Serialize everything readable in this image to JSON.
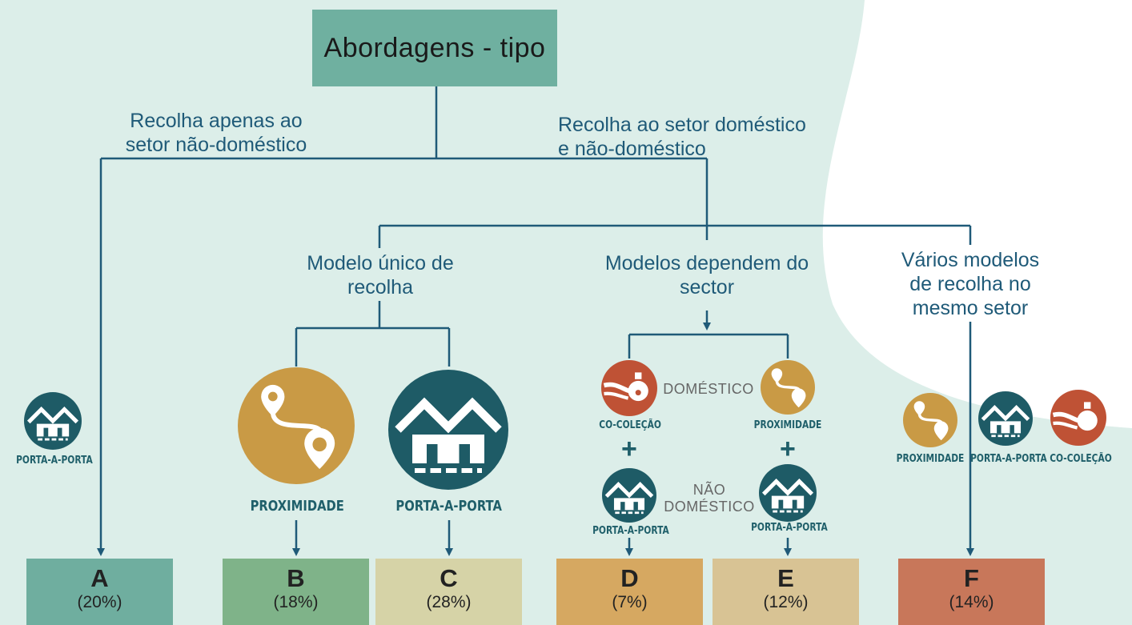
{
  "title": "Abordagens - tipo",
  "branches": {
    "non_domestic": "Recolha apenas ao\nsetor não-doméstico",
    "domestic_and_non": "Recolha ao setor doméstico\ne não-doméstico"
  },
  "sub_branches": {
    "single_model": "Modelo único de\nrecolha",
    "sector_dependent": "Modelos dependem do\nsector",
    "multiple_models": "Vários modelos\nde recolha no\nmesmo setor"
  },
  "icon_labels": {
    "porta_a_porta": "PORTA-A-PORTA",
    "proximidade": "PROXIMIDADE",
    "co_colecao": "CO-COLEÇÃO"
  },
  "sectors": {
    "domestico": "DOMÉSTICO",
    "nao_domestico": "NÃO\nDOMÉSTICO"
  },
  "plus_sign": "+",
  "outcomes": [
    {
      "letter": "A",
      "pct": "(20%)",
      "color": "#6fae9f"
    },
    {
      "letter": "B",
      "pct": "(18%)",
      "color": "#7fb389"
    },
    {
      "letter": "C",
      "pct": "(28%)",
      "color": "#d6d3a7"
    },
    {
      "letter": "D",
      "pct": "(7%)",
      "color": "#d6a861"
    },
    {
      "letter": "E",
      "pct": "(12%)",
      "color": "#d8c394"
    },
    {
      "letter": "F",
      "pct": "(14%)",
      "color": "#c8775a"
    }
  ],
  "colors": {
    "background_mint": "#dceee9",
    "line": "#1f5a78",
    "house_teal": "#1e5b66",
    "proximity_gold": "#c99a45",
    "cocolecao_red": "#bf5235"
  }
}
